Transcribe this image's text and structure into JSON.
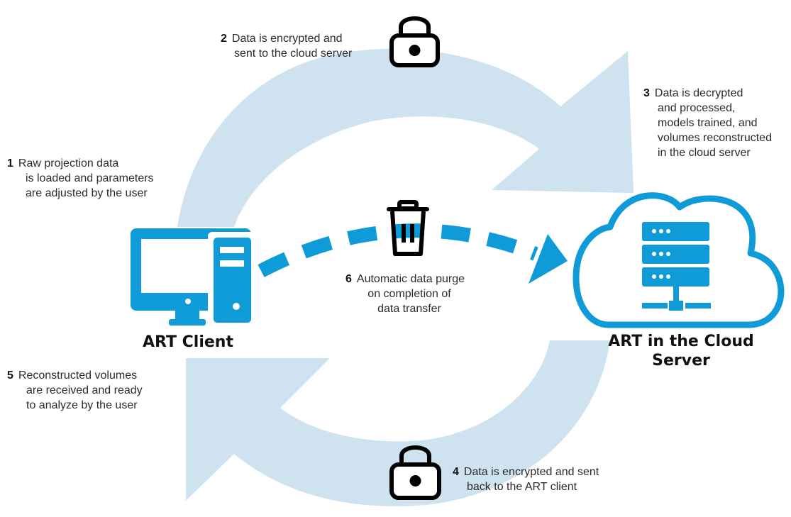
{
  "colors": {
    "cycle_arrow": "#cfe2f0",
    "accent": "#0f9bd7",
    "icon_stroke": "#000000",
    "text": "#2b2b2b"
  },
  "nodes": {
    "client_label": "ART Client",
    "server_label_line1": "ART in the Cloud",
    "server_label_line2": "Server"
  },
  "steps": [
    {
      "num": "1",
      "lines": [
        "Raw projection data",
        "is loaded and parameters",
        "are adjusted by the user"
      ]
    },
    {
      "num": "2",
      "lines": [
        "Data is encrypted and",
        "sent to the cloud server"
      ]
    },
    {
      "num": "3",
      "lines": [
        "Data is decrypted",
        "and processed,",
        "models trained, and",
        "volumes reconstructed",
        "in the cloud server"
      ]
    },
    {
      "num": "4",
      "lines": [
        "Data is encrypted and sent",
        "back to the ART client"
      ]
    },
    {
      "num": "5",
      "lines": [
        "Reconstructed volumes",
        "are received and ready",
        "to analyze by the user"
      ]
    },
    {
      "num": "6",
      "lines": [
        "Automatic data purge",
        "on completion of",
        "data transfer"
      ]
    }
  ],
  "icons": {
    "lock_top": "lock-icon",
    "lock_bottom": "lock-icon",
    "trash": "trash-icon",
    "client": "desktop-computer-icon",
    "server": "cloud-server-icon"
  }
}
